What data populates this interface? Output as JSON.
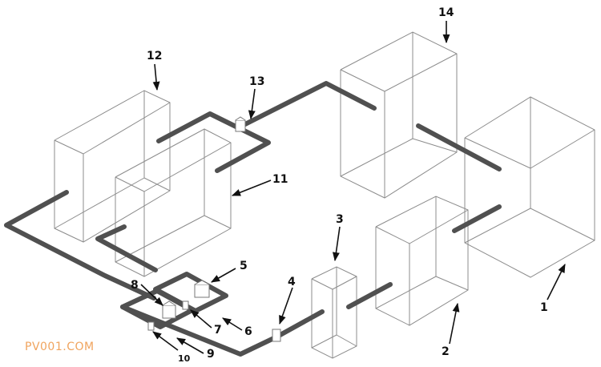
{
  "callouts": [
    "1",
    "2",
    "3",
    "4",
    "5",
    "6",
    "7",
    "8",
    "9",
    "10",
    "11",
    "12",
    "13",
    "14"
  ],
  "watermark": "PV001.COM"
}
